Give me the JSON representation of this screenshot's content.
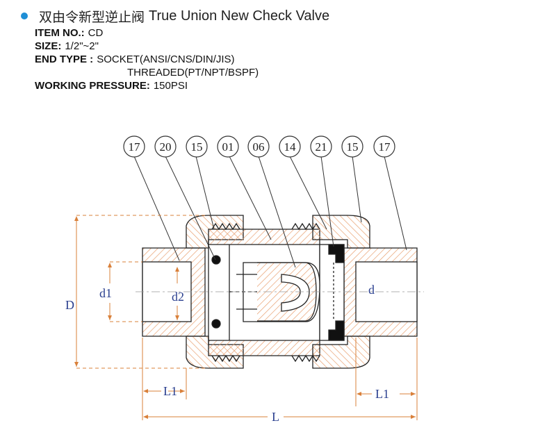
{
  "header": {
    "title_zh": "双由令新型逆止阀",
    "title_en": "True Union New Check Valve"
  },
  "specs": {
    "item_label": "ITEM NO.:",
    "item_value": "CD",
    "size_label": "SIZE:",
    "size_value": "1/2\"~2\"",
    "end_label": "END TYPE :",
    "end_value_1": "SOCKET(ANSI/CNS/DIN/JIS)",
    "end_value_2": "THREADED(PT/NPT/BSPF)",
    "pressure_label": "WORKING PRESSURE:",
    "pressure_value": "150PSI"
  },
  "callouts": [
    "17",
    "20",
    "15",
    "01",
    "06",
    "14",
    "21",
    "15",
    "17"
  ],
  "dimensions": {
    "D": "D",
    "d1": "d1",
    "d2": "d2",
    "d": "d",
    "L1_left": "L1",
    "L1_right": "L1",
    "L": "L"
  },
  "colors": {
    "bullet": "#1f8fd6",
    "dimension": "#d9803a",
    "dimension_text": "#2a3f8f",
    "hatch": "#e8a070",
    "outline": "#222222"
  }
}
